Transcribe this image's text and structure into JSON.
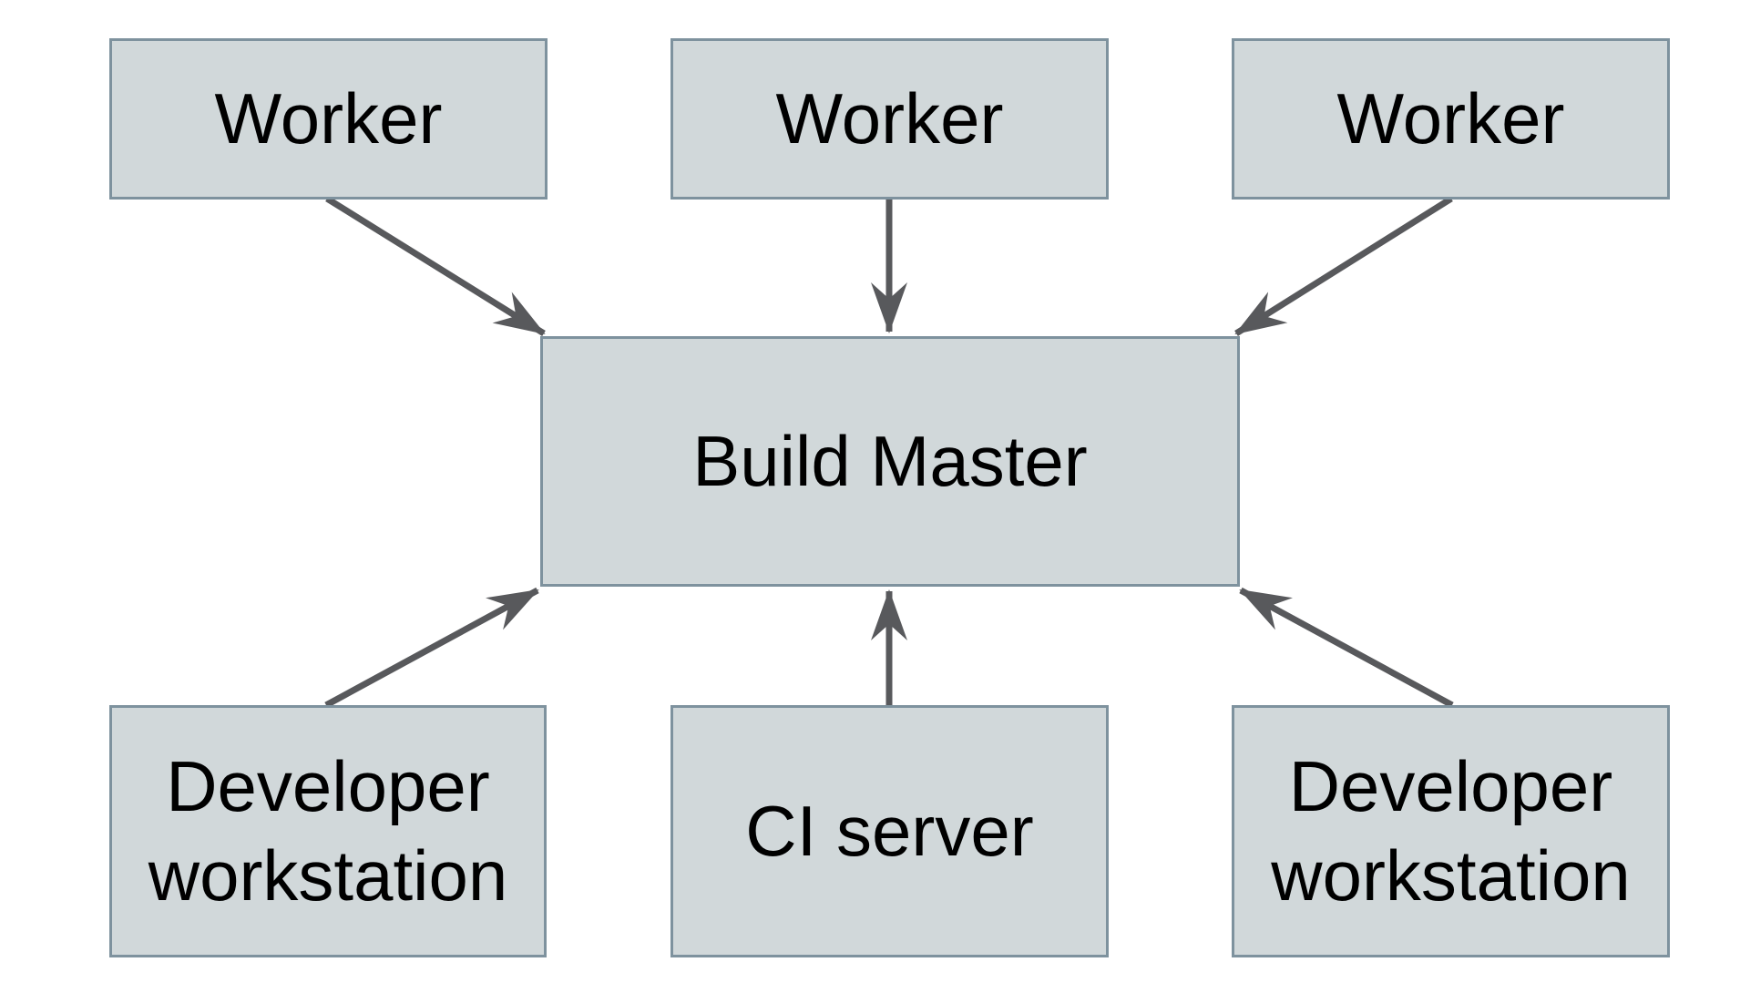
{
  "diagram": {
    "nodes": [
      {
        "id": "worker-1",
        "label": "Worker"
      },
      {
        "id": "worker-2",
        "label": "Worker"
      },
      {
        "id": "worker-3",
        "label": "Worker"
      },
      {
        "id": "build-master",
        "label": "Build Master"
      },
      {
        "id": "developer-workstation-left",
        "label": "Developer workstation"
      },
      {
        "id": "ci-server",
        "label": "CI server"
      },
      {
        "id": "developer-workstation-right",
        "label": "Developer workstation"
      }
    ],
    "edges": [
      {
        "from": "worker-1",
        "to": "build-master"
      },
      {
        "from": "worker-2",
        "to": "build-master"
      },
      {
        "from": "worker-3",
        "to": "build-master"
      },
      {
        "from": "developer-workstation-left",
        "to": "build-master"
      },
      {
        "from": "ci-server",
        "to": "build-master"
      },
      {
        "from": "developer-workstation-right",
        "to": "build-master"
      }
    ],
    "colors": {
      "background": "#ffffff",
      "node_fill": "#d1d8da",
      "node_border": "#7e929e",
      "arrow": "#58595c",
      "text": "#000000"
    }
  }
}
